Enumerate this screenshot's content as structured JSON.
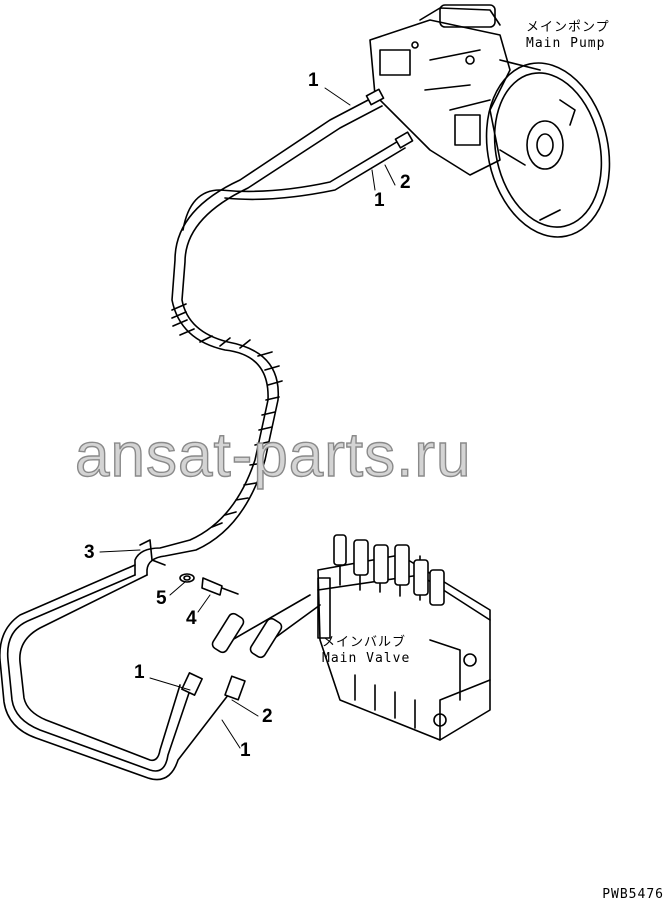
{
  "pump_label": {
    "jp": "メインポンプ",
    "en": "Main Pump"
  },
  "valve_label": {
    "jp": "メインバルブ",
    "en": "Main Valve"
  },
  "callouts": {
    "top_1a": "1",
    "top_2": "2",
    "top_1b": "1",
    "clamp_3": "3",
    "washer_5": "5",
    "bolt_4": "4",
    "bot_1a": "1",
    "bot_2": "2",
    "bot_1b": "1"
  },
  "watermark": "ansat-parts.ru",
  "drawing_code": "PWB5476"
}
